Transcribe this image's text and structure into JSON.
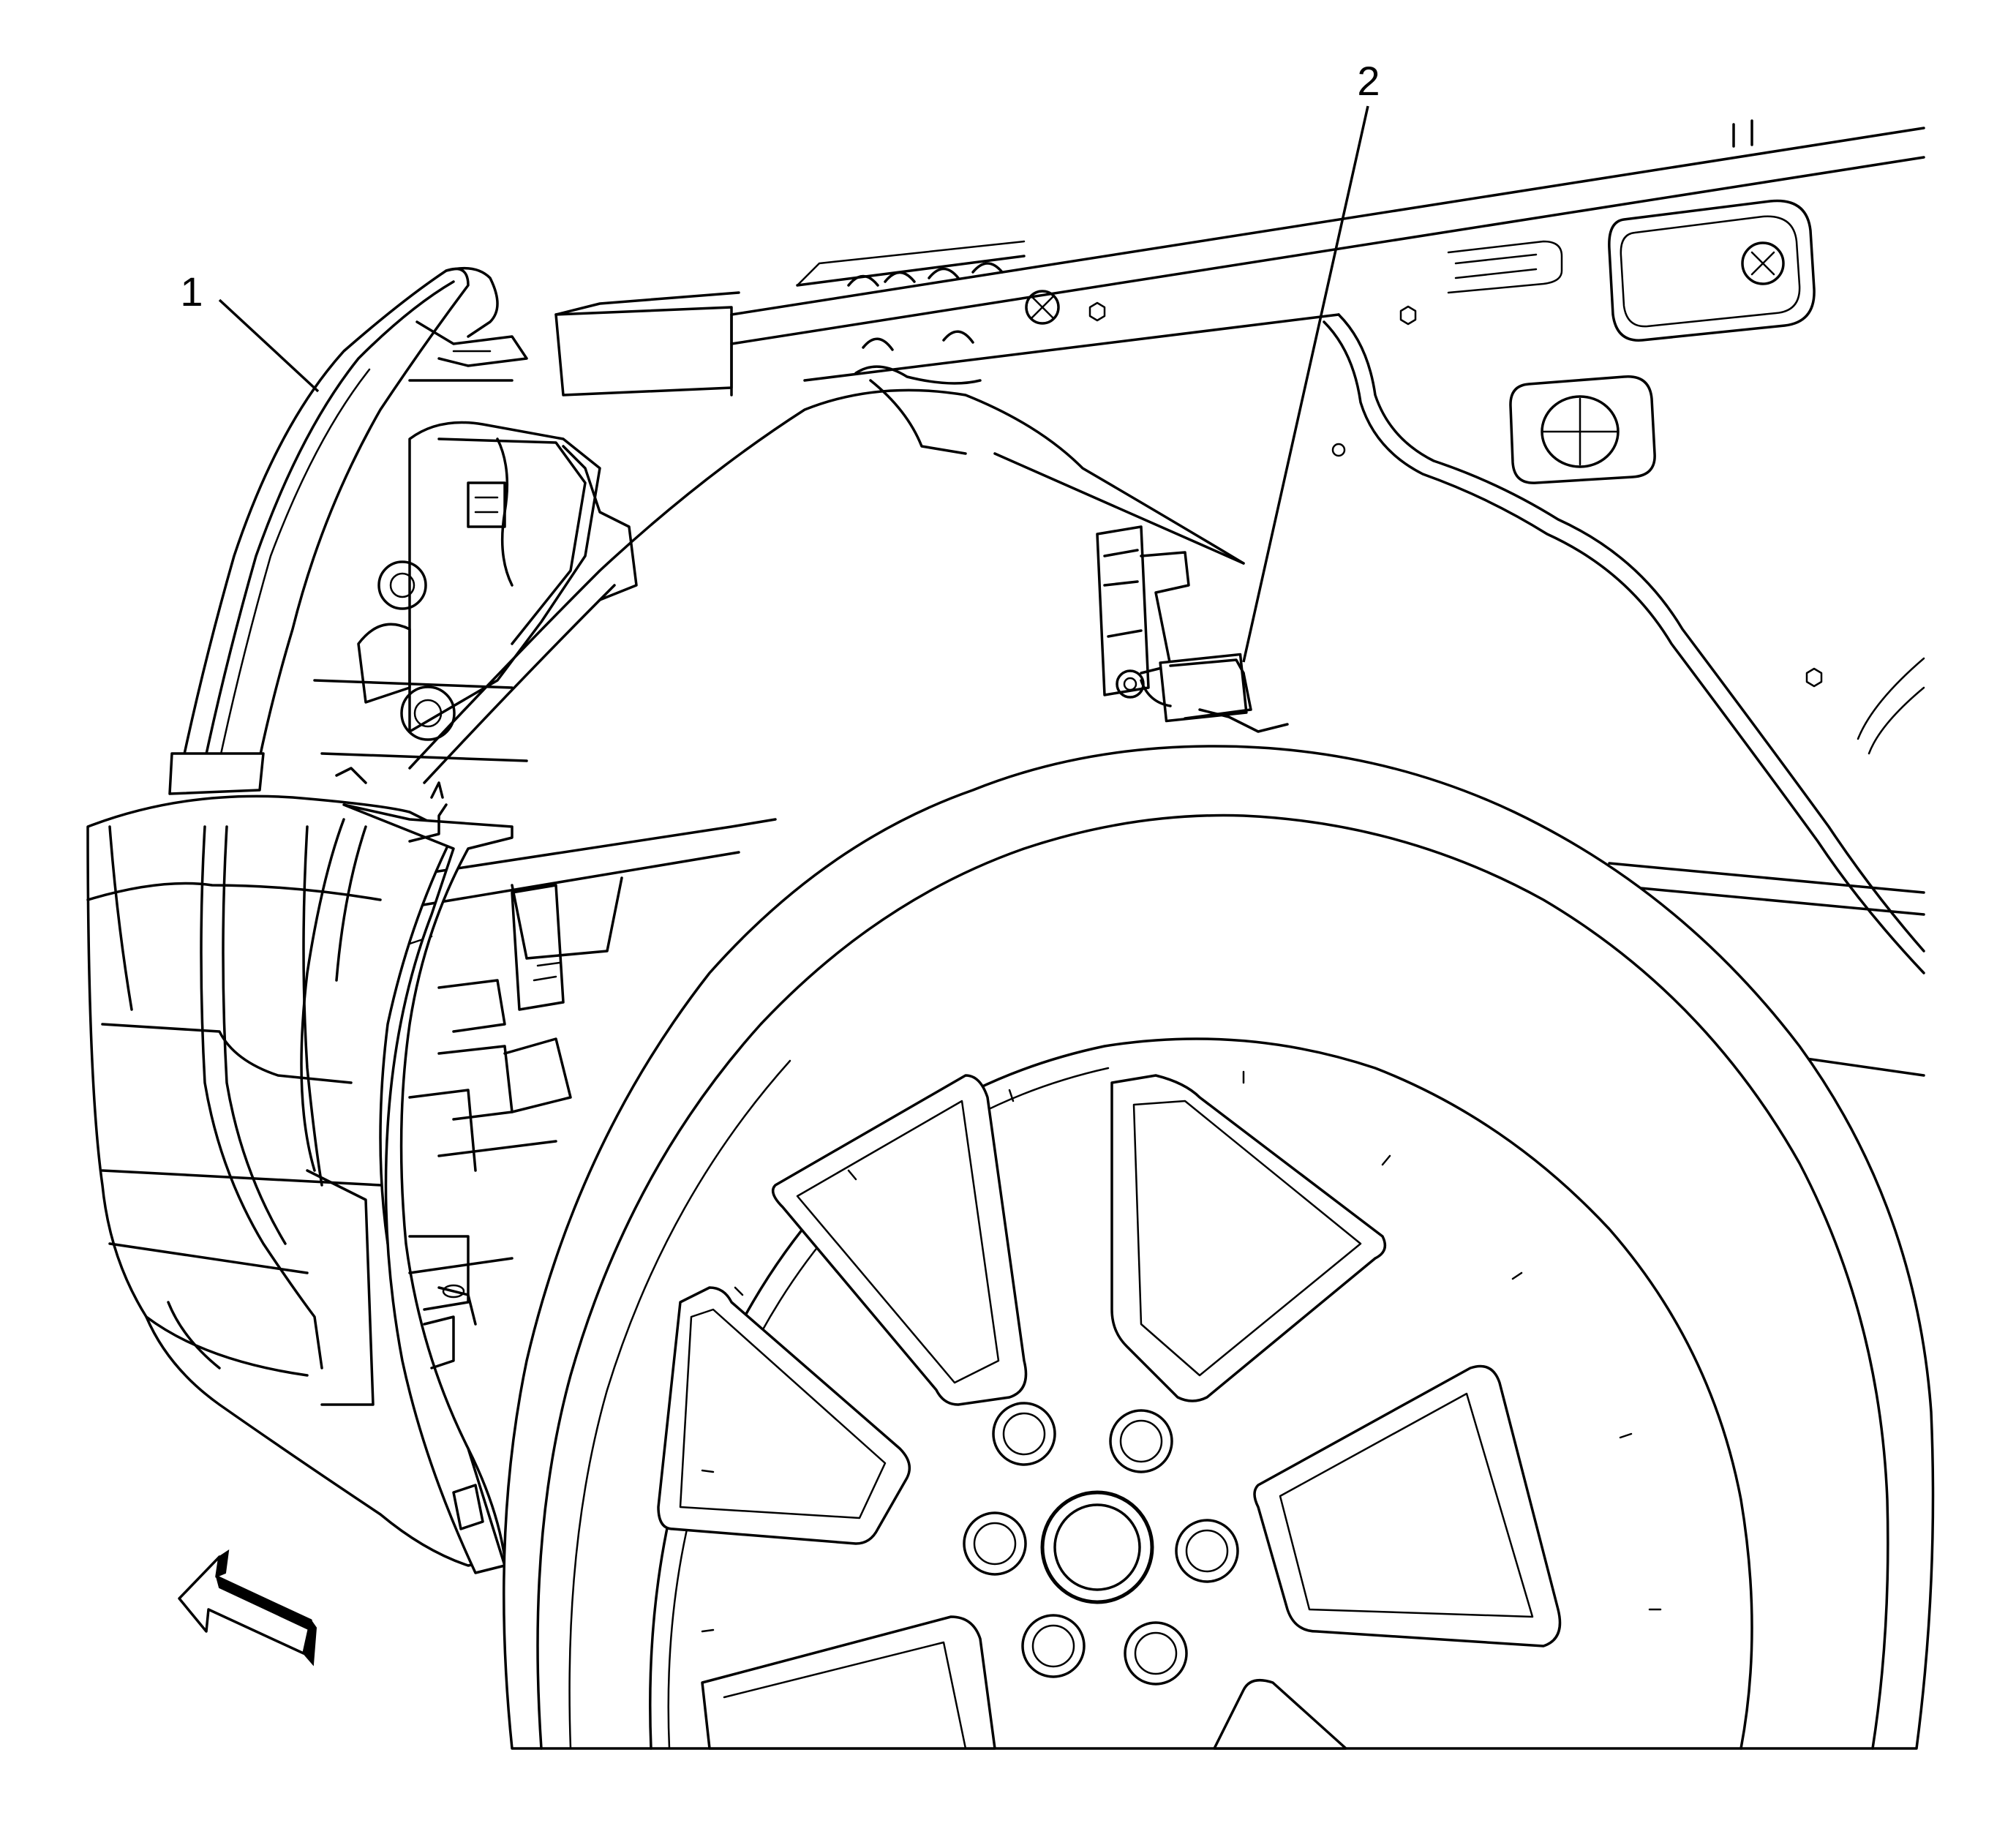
{
  "callouts": [
    {
      "id": "1",
      "label": "1"
    },
    {
      "id": "2",
      "label": "2"
    }
  ],
  "icons": {
    "view_arrow": "view-direction-arrow-icon"
  },
  "colors": {
    "line": "#000000",
    "background": "#ffffff"
  }
}
